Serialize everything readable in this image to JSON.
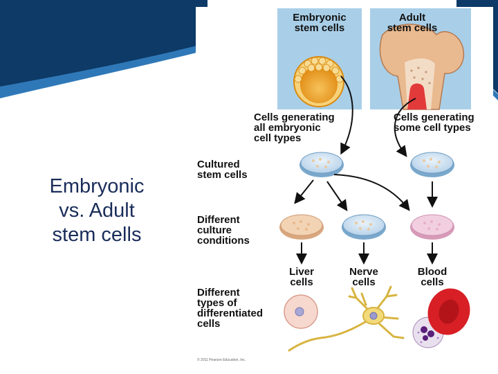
{
  "slide": {
    "title_lines": [
      "Embryonic",
      "vs. Adult",
      "stem cells"
    ],
    "colors": {
      "title": "#1a2d5a",
      "swoosh_dark": "#0d3a66",
      "swoosh_light": "#2f78b8"
    }
  },
  "figure": {
    "panel_embryonic": [
      "Embryonic",
      "stem cells"
    ],
    "panel_adult": [
      "Adult",
      "stem cells"
    ],
    "label_all_types": [
      "Cells generating",
      "all embryonic",
      "cell types"
    ],
    "label_some_types": [
      "Cells generating",
      "some cell types"
    ],
    "label_cultured": [
      "Cultured",
      "stem cells"
    ],
    "label_conditions": [
      "Different",
      "culture",
      "conditions"
    ],
    "label_liver": [
      "Liver",
      "cells"
    ],
    "label_nerve": [
      "Nerve",
      "cells"
    ],
    "label_blood": [
      "Blood",
      "cells"
    ],
    "label_differentiated": [
      "Different",
      "types of",
      "differentiated",
      "cells"
    ],
    "copyright": "© 2011 Pearson Education, Inc.",
    "colors": {
      "panel_bg": "#a9cfe8",
      "dish": "#c9dff0",
      "dish_liver": "#f2d3b4",
      "dish_blood": "#f2cfe0",
      "blastocyst": "#f0a830",
      "bone": "#e9b98f",
      "blood_cell": "#d81f26"
    }
  }
}
